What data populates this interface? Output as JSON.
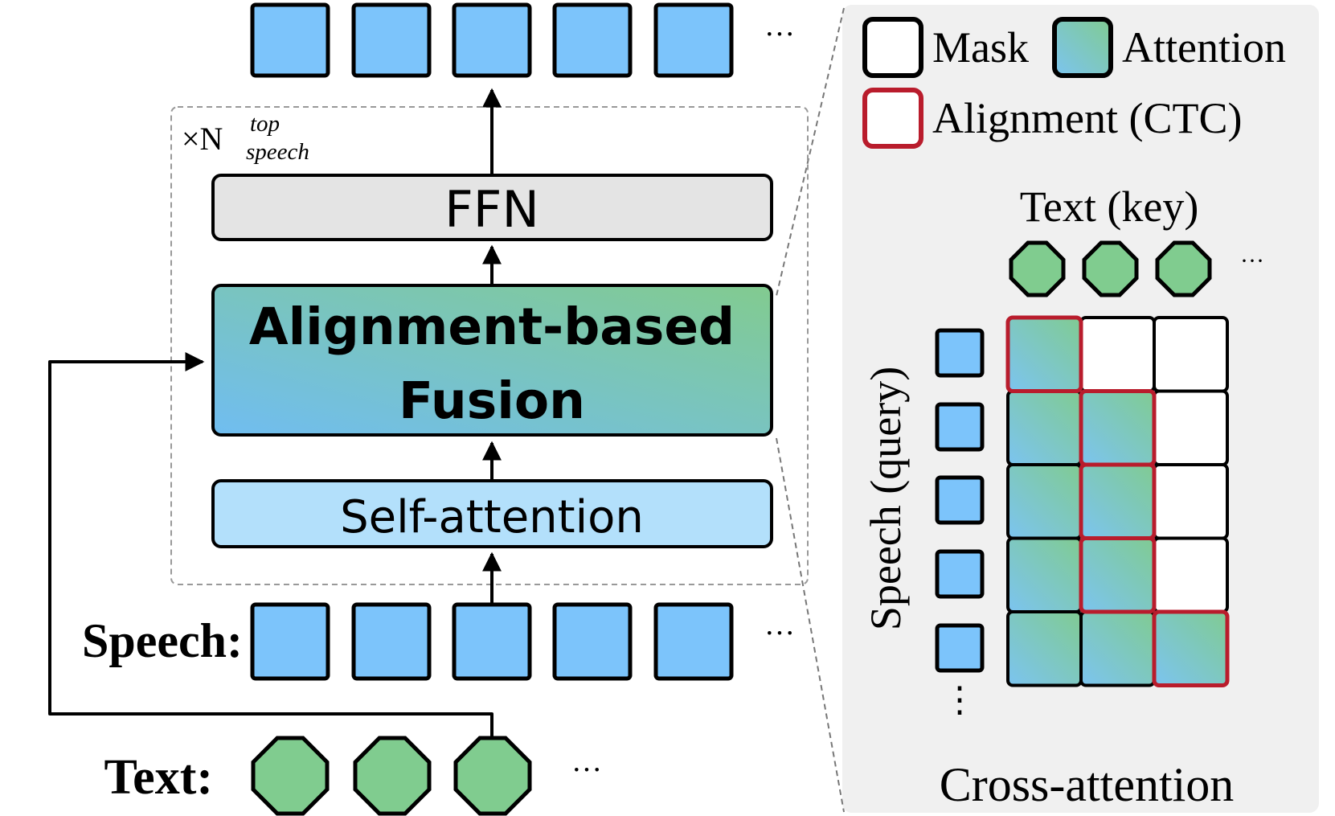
{
  "output_ellipsis": "···",
  "repeat_label": {
    "prefix": "×N",
    "superscript": "top",
    "subscript": "speech"
  },
  "blocks": {
    "ffn": "FFN",
    "fusion_line1": "Alignment-based",
    "fusion_line2": "Fusion",
    "self_attention": "Self-attention"
  },
  "inputs": {
    "speech_label": "Speech:",
    "speech_ellipsis": "···",
    "text_label": "Text:",
    "text_ellipsis": "···"
  },
  "legend": {
    "mask": "Mask",
    "attention": "Attention",
    "alignment": "Alignment (CTC)"
  },
  "matrix": {
    "key_label": "Text (key)",
    "query_label": "Speech (query)",
    "key_ellipsis": "···",
    "query_ellipsis": "⋮",
    "title": "Cross-attention",
    "rows": [
      [
        "attention-aligned",
        "mask",
        "mask"
      ],
      [
        "attention",
        "attention-aligned",
        "mask"
      ],
      [
        "attention",
        "attention-aligned",
        "mask"
      ],
      [
        "attention",
        "attention-aligned",
        "mask"
      ],
      [
        "attention",
        "attention",
        "attention-aligned"
      ]
    ]
  },
  "colors": {
    "speech_token": "#7cc4fb",
    "text_token": "#80cc8f",
    "ffn_fill": "#e4e4e4",
    "self_attention_fill": "#b3e0fb",
    "fusion_gradient_start": "#70bdf1",
    "fusion_gradient_end": "#82cb8f",
    "alignment_border": "#b91c2c",
    "panel_bg": "#f0f0f0"
  }
}
